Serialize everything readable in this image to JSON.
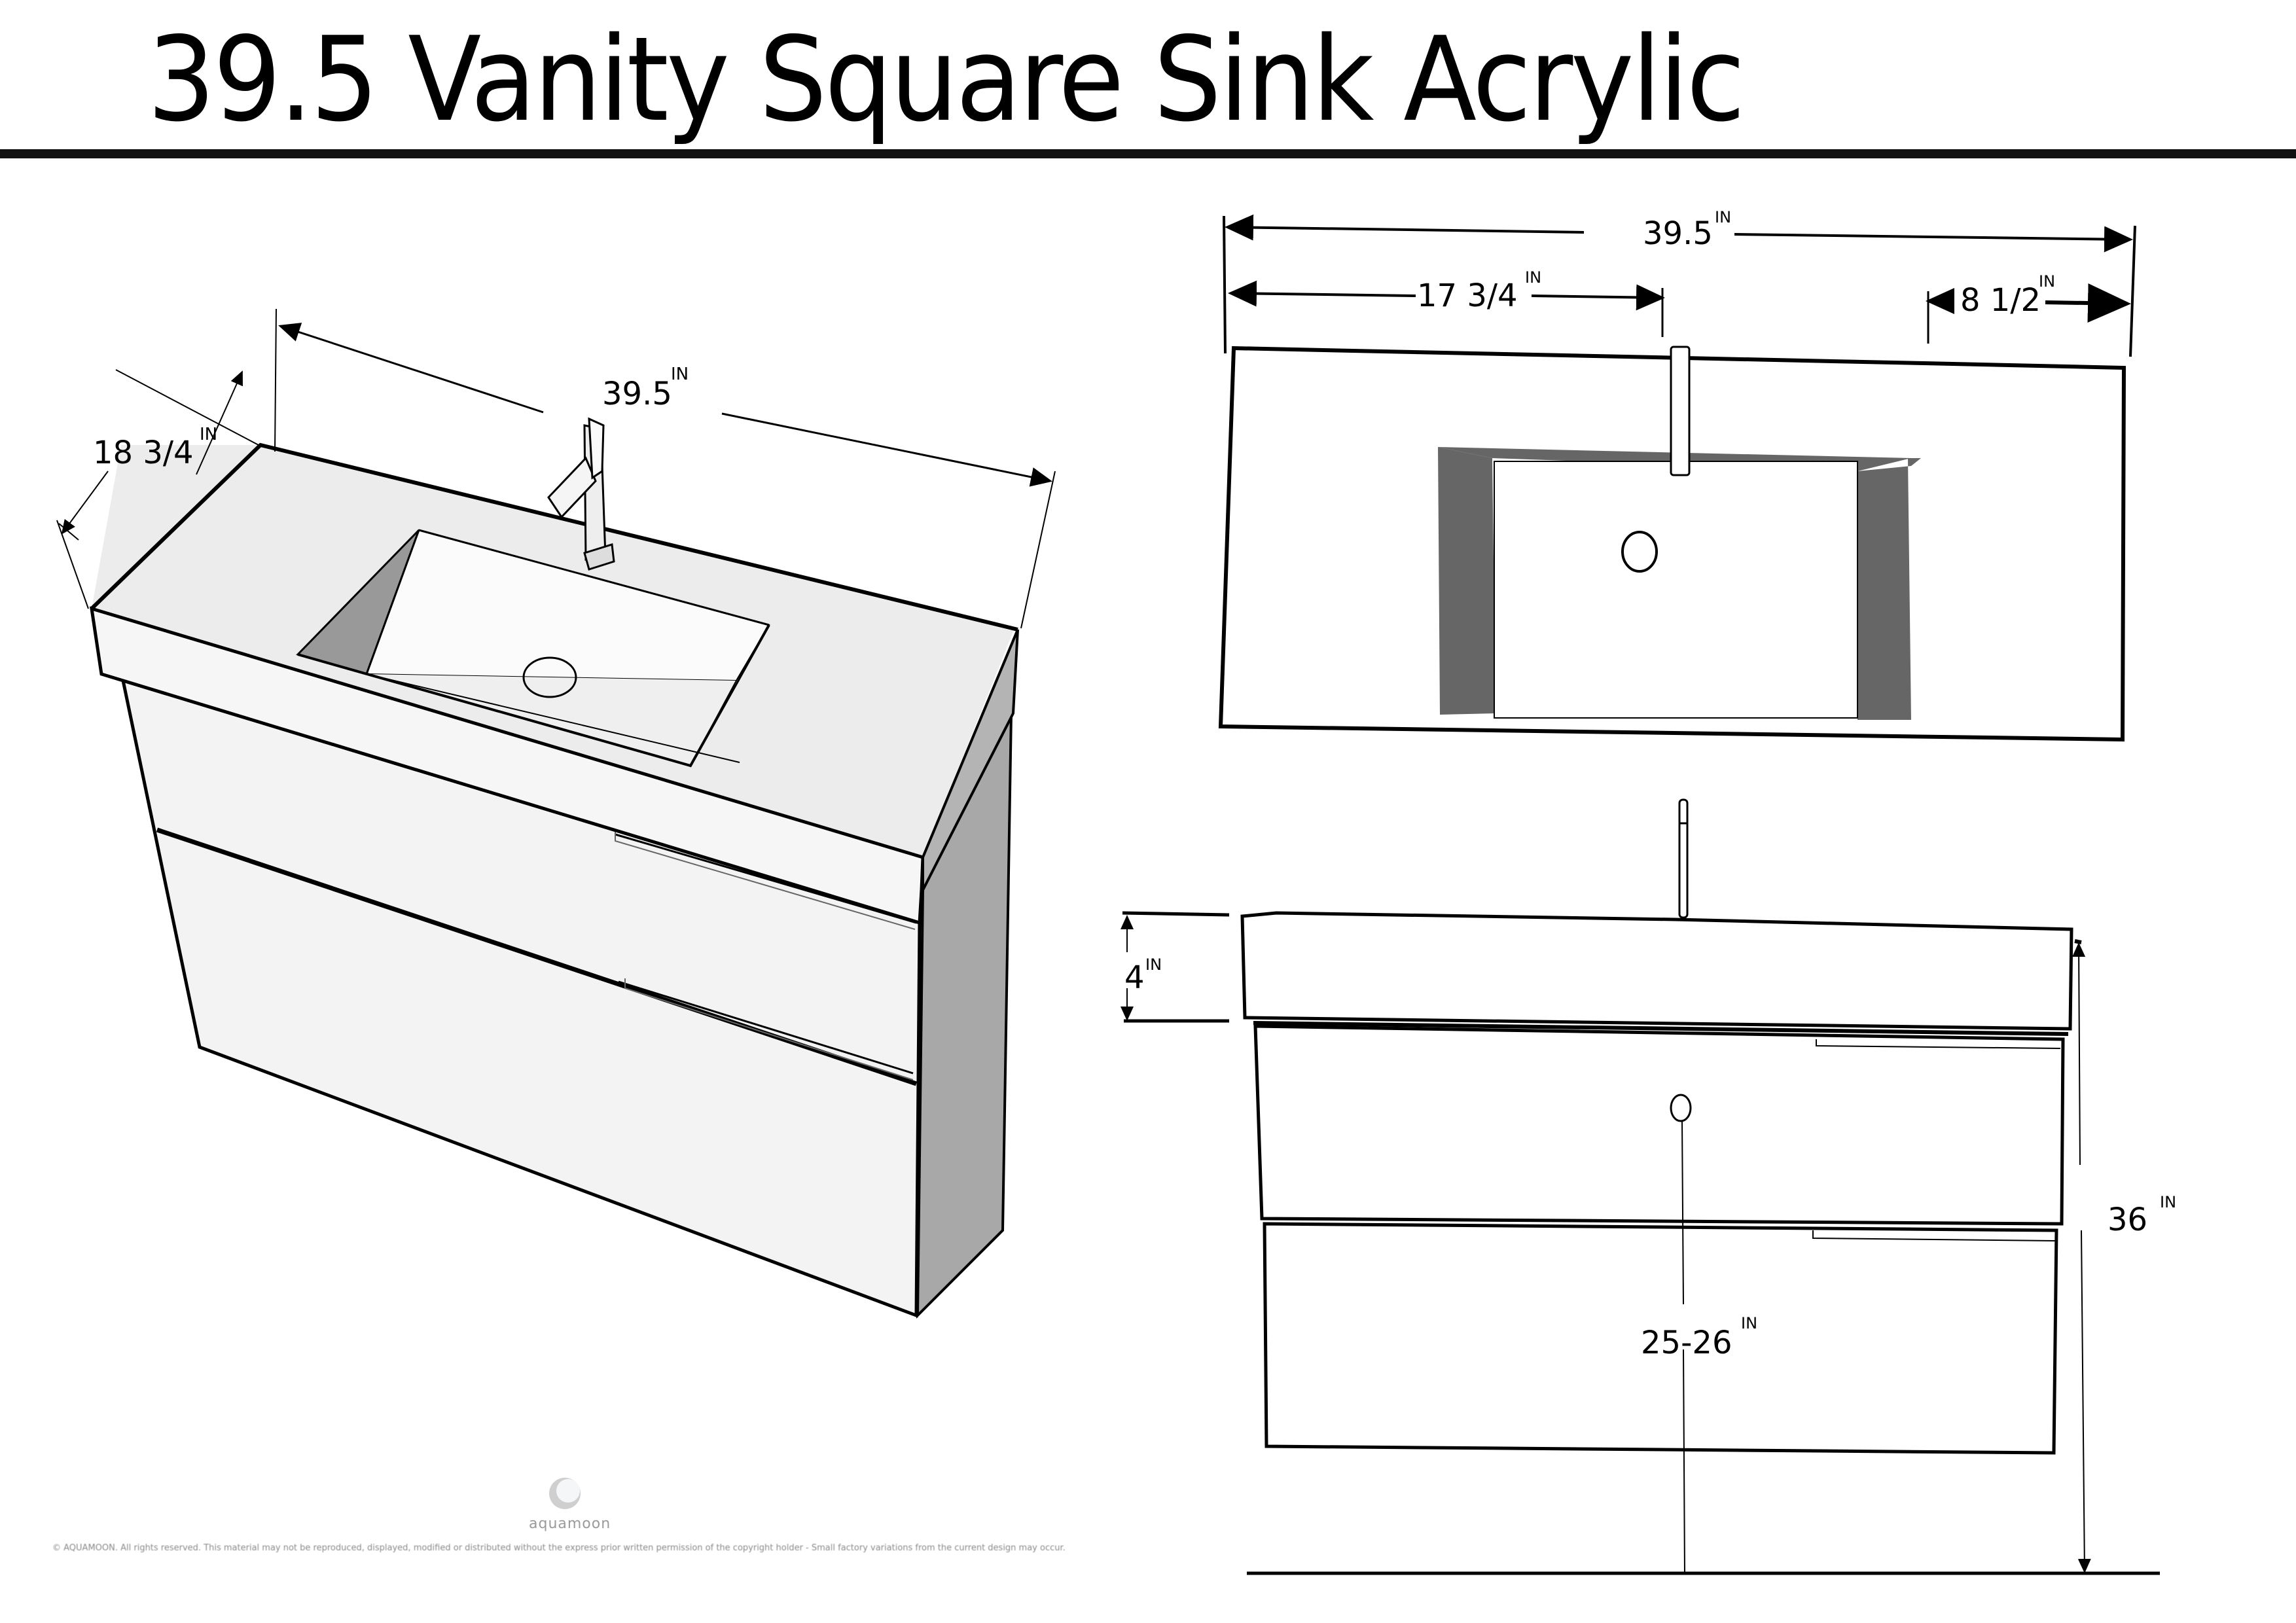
{
  "title": "39.5 Vanity Square Sink Acrylic",
  "unit_label": "IN",
  "perspective_view": {
    "width_label": "39.5",
    "depth_label": "18 3/4"
  },
  "top_view": {
    "overall_width_label": "39.5",
    "faucet_offset_left_label": "17 3/4",
    "right_margin_label": "8 1/2"
  },
  "front_view": {
    "countertop_height_label": "4",
    "total_height_label": "36",
    "drain_height_label": "25-26"
  },
  "brand": {
    "logo_name": "aquamoon-logo",
    "name": "aquamoon"
  },
  "footer": {
    "copyright": "© AQUAMOON. All rights reserved. This material may not be reproduced, displayed, modified or distributed without the express prior written permission of the copyright holder - Small factory variations from the current design may occur."
  },
  "colors": {
    "line": "#000000",
    "surface": "#f0f0f0",
    "shadow_side": "#a8a8a8",
    "basin_wall_dark": "#666666",
    "background": "#ffffff"
  }
}
